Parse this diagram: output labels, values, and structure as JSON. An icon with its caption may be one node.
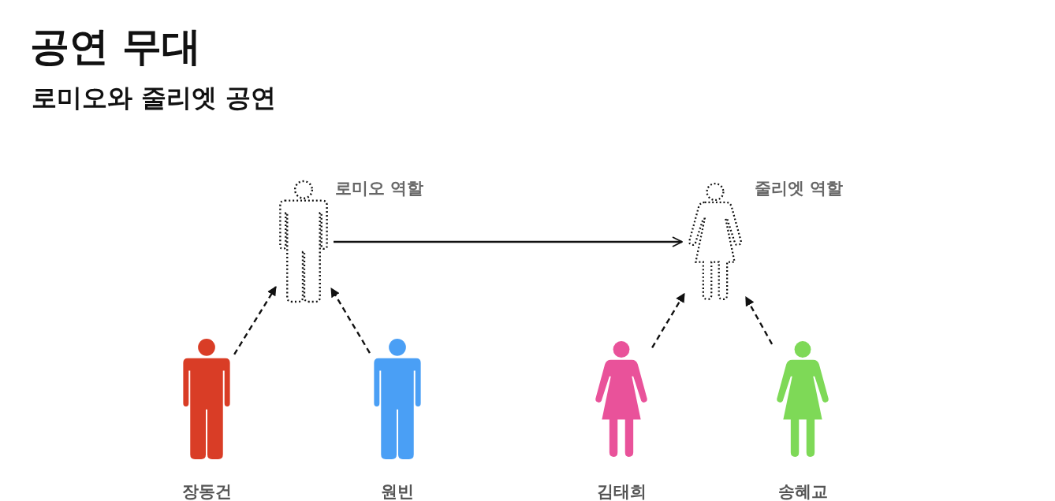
{
  "diagram": {
    "title": "공연 무대",
    "nodes": [
      {
        "text": [],
        "shape": "person",
        "beside": [
          "로미오 역할"
        ]
      },
      {
        "text": [],
        "shape": "person",
        "beside": [
          "줄리엣 역할"
        ]
      },
      {
        "text": [],
        "shape": "person",
        "beside": [
          "장동건"
        ]
      },
      {
        "text": [],
        "shape": "person",
        "beside": [
          "원빈"
        ]
      },
      {
        "text": [],
        "shape": "person",
        "beside": [
          "김태희"
        ]
      },
      {
        "text": [],
        "shape": "person",
        "beside": [
          "송혜교"
        ]
      }
    ],
    "edges": [
      {
        "from": 0,
        "to": 1,
        "arrow": "to"
      },
      {
        "from": 2,
        "to": 0,
        "arrow": "to",
        "style": "dashed"
      },
      {
        "from": 3,
        "to": 0,
        "arrow": "to",
        "style": "dashed"
      },
      {
        "from": 4,
        "to": 1,
        "arrow": "to",
        "style": "dashed"
      },
      {
        "from": 5,
        "to": 1,
        "arrow": "to",
        "style": "dashed"
      }
    ],
    "labels": [
      "로미오와 줄리엣 공연"
    ]
  }
}
